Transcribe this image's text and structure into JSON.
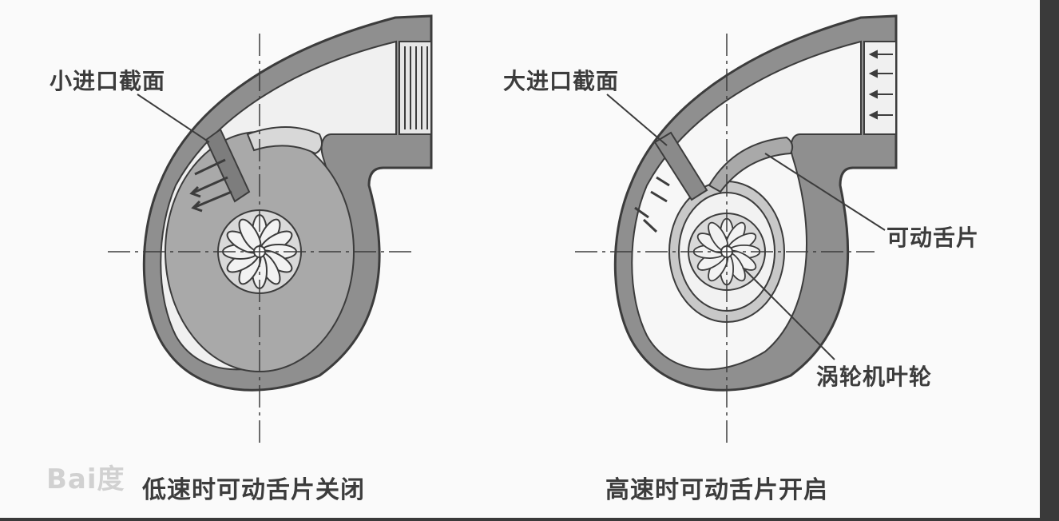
{
  "left_diagram": {
    "callout_inlet": "小进口截面",
    "caption": "低速时可动舌片关闭"
  },
  "right_diagram": {
    "callout_inlet": "大进口截面",
    "callout_vane": "可动舌片",
    "callout_turbine": "涡轮机叶轮",
    "caption": "高速时可动舌片开启"
  },
  "watermark": "Bai度",
  "colors": {
    "background": "#fafafa",
    "frame": "#3a3a3a",
    "housing": "#8f8f8f",
    "filled_chamber": "#a9a9a9",
    "outline": "#3c3c3c"
  }
}
